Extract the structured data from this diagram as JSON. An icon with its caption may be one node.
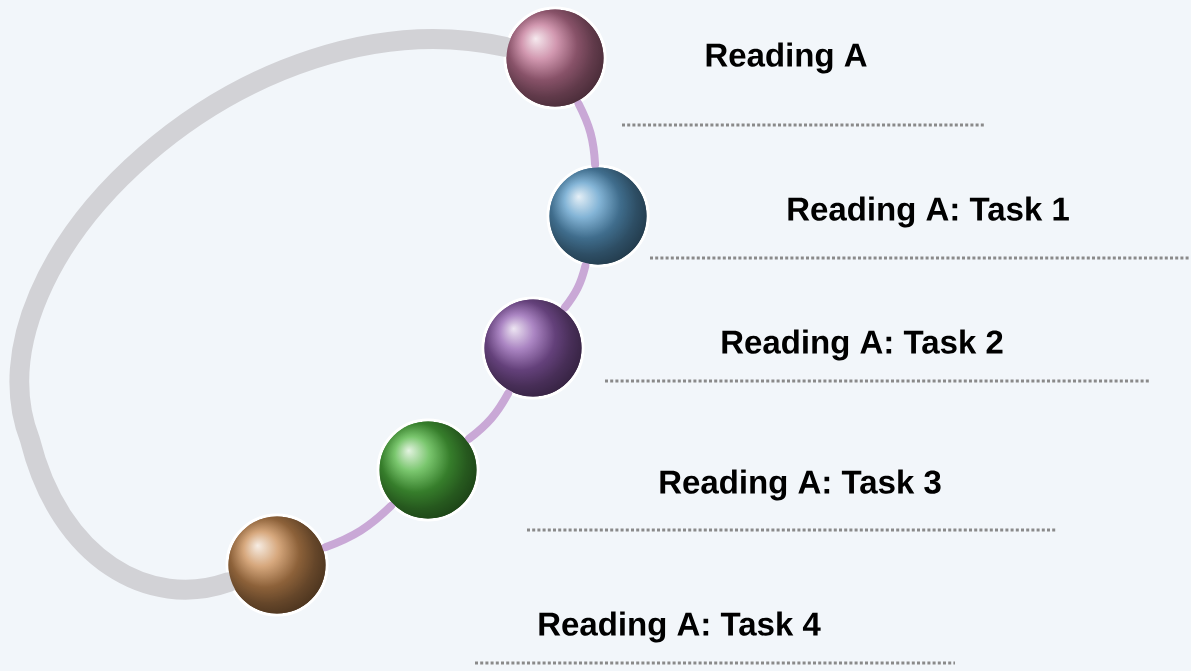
{
  "diagram": {
    "nodes": [
      {
        "text": [],
        "shape": "circle"
      },
      {
        "text": [],
        "shape": "circle"
      },
      {
        "text": [],
        "shape": "circle"
      },
      {
        "text": [],
        "shape": "circle"
      },
      {
        "text": [],
        "shape": "circle"
      }
    ],
    "edges": [
      {
        "from": 0,
        "to": 1,
        "arrow": "none"
      },
      {
        "from": 1,
        "to": 2,
        "arrow": "none"
      },
      {
        "from": 2,
        "to": 3,
        "arrow": "none"
      },
      {
        "from": 3,
        "to": 4,
        "arrow": "none"
      },
      {
        "from": 4,
        "to": 0,
        "arrow": "none",
        "style": "thick",
        "color": "#d2d2d6"
      }
    ],
    "labels": [
      "Reading A",
      "Reading A: Task 1",
      "Reading A: Task 2",
      "Reading A: Task 3",
      "Reading A: Task 4"
    ]
  }
}
